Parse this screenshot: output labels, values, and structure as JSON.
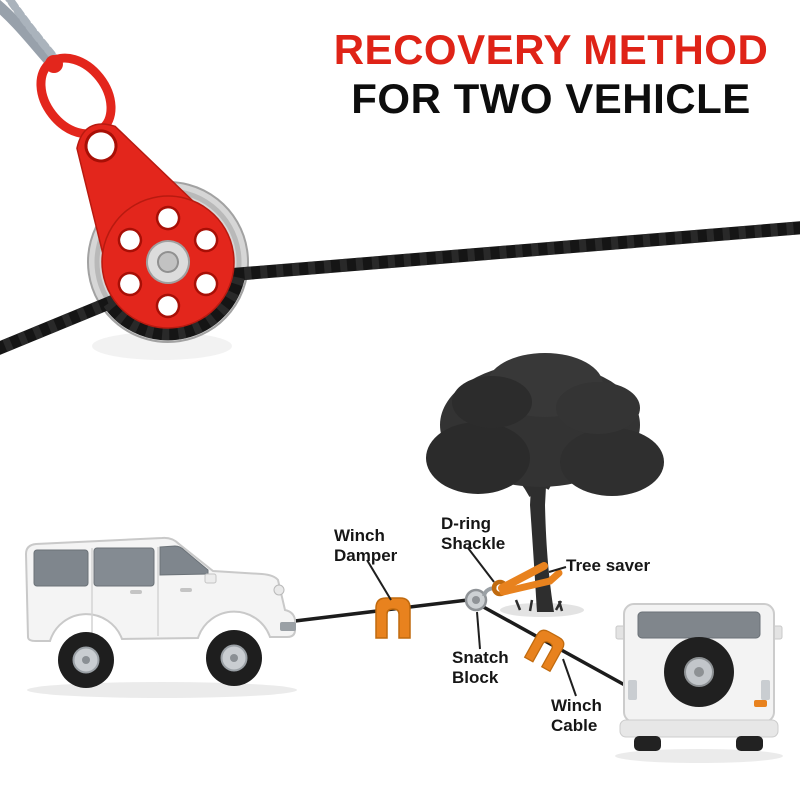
{
  "title": {
    "line1": "RECOVERY METHOD",
    "line2": "FOR TWO VEHICLE"
  },
  "callouts": {
    "winch_damper": "Winch Damper",
    "d_ring_shackle": "D-ring Shackle",
    "tree_saver": "Tree saver",
    "snatch_block": "Snatch Block",
    "winch_cable": "Winch Cable"
  },
  "colors": {
    "title_red": "#df2317",
    "text_black": "#161616",
    "pulley_red": "#e3261c",
    "pulley_red_dark": "#b81a10",
    "rope_black": "#151515",
    "accent_orange": "#e8821e",
    "accent_orange_dark": "#c06a0e",
    "tree_dark": "#2e2e2e",
    "vehicle_white": "#f4f4f4",
    "metal_silver": "#d6d6d6"
  },
  "illustration": {
    "items": [
      "snatch-block-hero",
      "synthetic-rope",
      "soft-shackle",
      "main-rope",
      "tree-silhouette",
      "suv-side-view",
      "suv-rear-view",
      "winch-damper",
      "d-ring-shackle",
      "tree-saver-strap",
      "snatch-block-small",
      "winch-cable"
    ]
  }
}
